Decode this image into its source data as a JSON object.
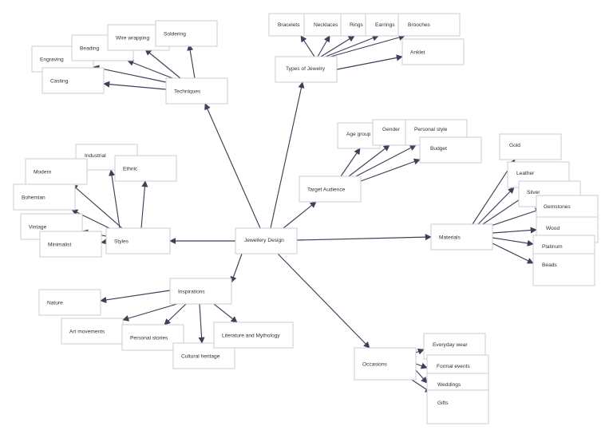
{
  "diagram": {
    "type": "mind-map",
    "central": "Jewellery Design",
    "nodes": {
      "jewellery_design": "Jewellery Design",
      "techniques": "Techniques",
      "engraving": "Engraving",
      "casting": "Casting",
      "beading": "Beading",
      "wire_wrapping": "Wire wrapping",
      "soldering": "Soldering",
      "types_of_jewelry": "Types of Jewelry",
      "bracelets": "Bracelets",
      "necklaces": "Necklaces",
      "rings": "Rings",
      "earrings": "Earrings",
      "brooches": "Brooches",
      "anklet": "Anklet",
      "target_audience": "Target Audience",
      "age_group": "Age group",
      "gender": "Gender",
      "personal_style": "Personal style",
      "budget": "Budget",
      "materials": "Materials",
      "gold": "Gold",
      "leather": "Leather",
      "silver": "Silver",
      "gemstones": "Gemstones",
      "wood": "Wood",
      "platinum": "Platinum",
      "beads": "Beads",
      "styles": "Styles",
      "industrial": "Industrial",
      "modern": "Modern",
      "ethnic": "Ethnic",
      "bohemian": "Bohemian",
      "vintage": "Vintage",
      "minimalist": "Minimalist",
      "inspirations": "Inspirations",
      "nature": "Nature",
      "art_movements": "Art movements",
      "personal_stories": "Personal stories",
      "cultural_heritage": "Cultural heritage",
      "literature_and_mythology": "Literature and Mythology",
      "occasions": "Occasions",
      "everyday_wear": "Everyday wear",
      "formal_events": "Formal events",
      "weddings": "Weddings",
      "gifts": "Gifts"
    },
    "edges": [
      [
        "jewellery_design",
        "techniques"
      ],
      [
        "jewellery_design",
        "types_of_jewelry"
      ],
      [
        "jewellery_design",
        "target_audience"
      ],
      [
        "jewellery_design",
        "materials"
      ],
      [
        "jewellery_design",
        "styles"
      ],
      [
        "jewellery_design",
        "inspirations"
      ],
      [
        "jewellery_design",
        "occasions"
      ],
      [
        "techniques",
        "engraving"
      ],
      [
        "techniques",
        "casting"
      ],
      [
        "techniques",
        "beading"
      ],
      [
        "techniques",
        "wire_wrapping"
      ],
      [
        "techniques",
        "soldering"
      ],
      [
        "types_of_jewelry",
        "bracelets"
      ],
      [
        "types_of_jewelry",
        "necklaces"
      ],
      [
        "types_of_jewelry",
        "rings"
      ],
      [
        "types_of_jewelry",
        "earrings"
      ],
      [
        "types_of_jewelry",
        "brooches"
      ],
      [
        "types_of_jewelry",
        "anklet"
      ],
      [
        "target_audience",
        "age_group"
      ],
      [
        "target_audience",
        "gender"
      ],
      [
        "target_audience",
        "personal_style"
      ],
      [
        "target_audience",
        "budget"
      ],
      [
        "materials",
        "gold"
      ],
      [
        "materials",
        "leather"
      ],
      [
        "materials",
        "silver"
      ],
      [
        "materials",
        "gemstones"
      ],
      [
        "materials",
        "wood"
      ],
      [
        "materials",
        "platinum"
      ],
      [
        "materials",
        "beads"
      ],
      [
        "styles",
        "industrial"
      ],
      [
        "styles",
        "modern"
      ],
      [
        "styles",
        "ethnic"
      ],
      [
        "styles",
        "bohemian"
      ],
      [
        "styles",
        "vintage"
      ],
      [
        "styles",
        "minimalist"
      ],
      [
        "inspirations",
        "nature"
      ],
      [
        "inspirations",
        "art_movements"
      ],
      [
        "inspirations",
        "personal_stories"
      ],
      [
        "inspirations",
        "cultural_heritage"
      ],
      [
        "inspirations",
        "literature_and_mythology"
      ],
      [
        "occasions",
        "everyday_wear"
      ],
      [
        "occasions",
        "formal_events"
      ],
      [
        "occasions",
        "weddings"
      ],
      [
        "occasions",
        "gifts"
      ]
    ]
  },
  "colors": {
    "background": "#ffffff",
    "node_border": "#c9ccd3",
    "node_fill": "#ffffff",
    "edge": "#3b4257",
    "text": "#2b2f3a"
  }
}
